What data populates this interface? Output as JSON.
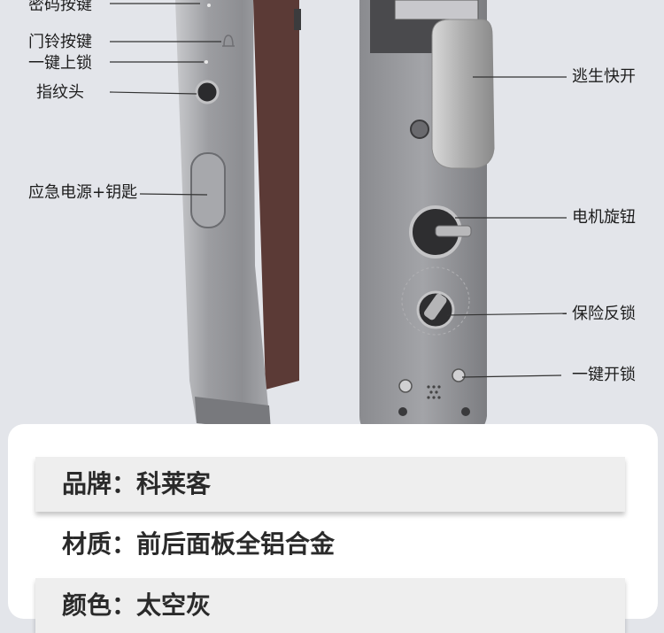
{
  "callouts_left": [
    {
      "text": "密码按键"
    },
    {
      "text": "门铃按键"
    },
    {
      "text": "一键上锁"
    },
    {
      "text": "指纹头"
    },
    {
      "text": "应急电源+钥匙"
    }
  ],
  "callouts_right": [
    {
      "text": "逃生快开"
    },
    {
      "text": "电机旋钮"
    },
    {
      "text": "保险反锁"
    },
    {
      "text": "一键开锁"
    }
  ],
  "specs": [
    {
      "text": "品牌：科莱客"
    },
    {
      "text": "材质：前后面板全铝合金"
    },
    {
      "text": "颜色：太空灰"
    }
  ],
  "colors": {
    "panel": "#9a9ba0",
    "background": "#e3e5ea",
    "card": "#ffffff"
  }
}
